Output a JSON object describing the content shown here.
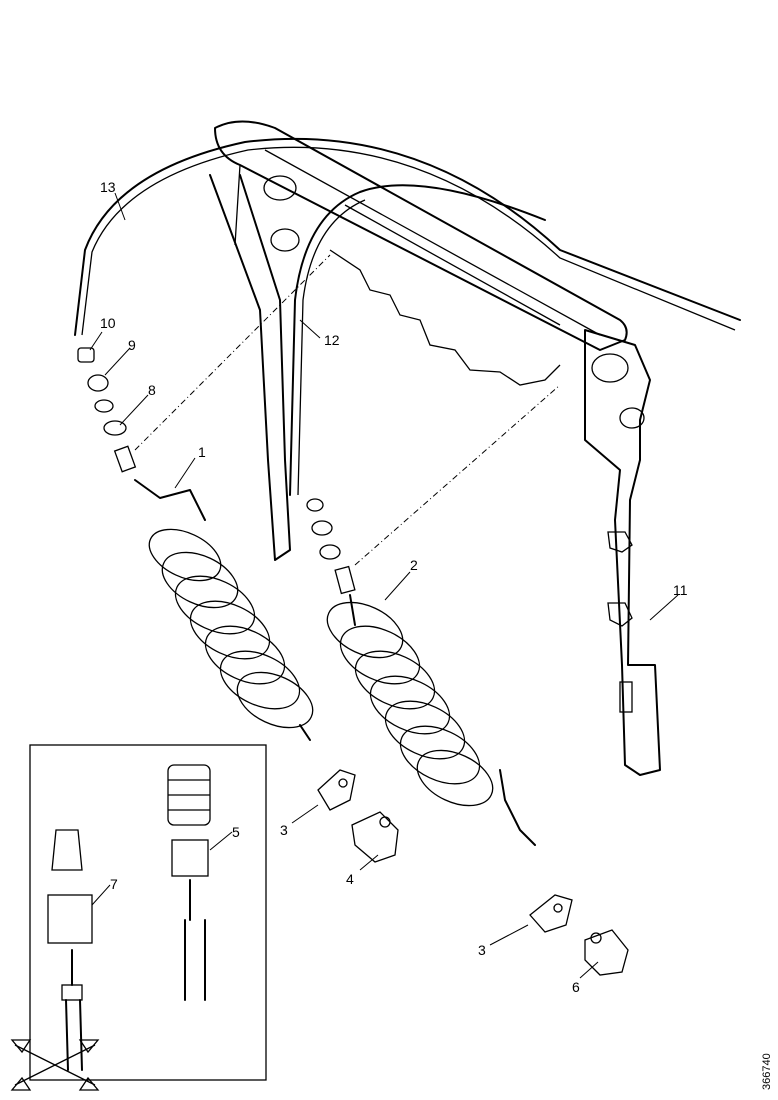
{
  "callouts": {
    "c1": "1",
    "c2": "2",
    "c3a": "3",
    "c3b": "3",
    "c4": "4",
    "c5": "5",
    "c6": "6",
    "c7": "7",
    "c8": "8",
    "c9": "9",
    "c10": "10",
    "c11": "11",
    "c12": "12",
    "c13": "13"
  },
  "figure_id": "366740"
}
